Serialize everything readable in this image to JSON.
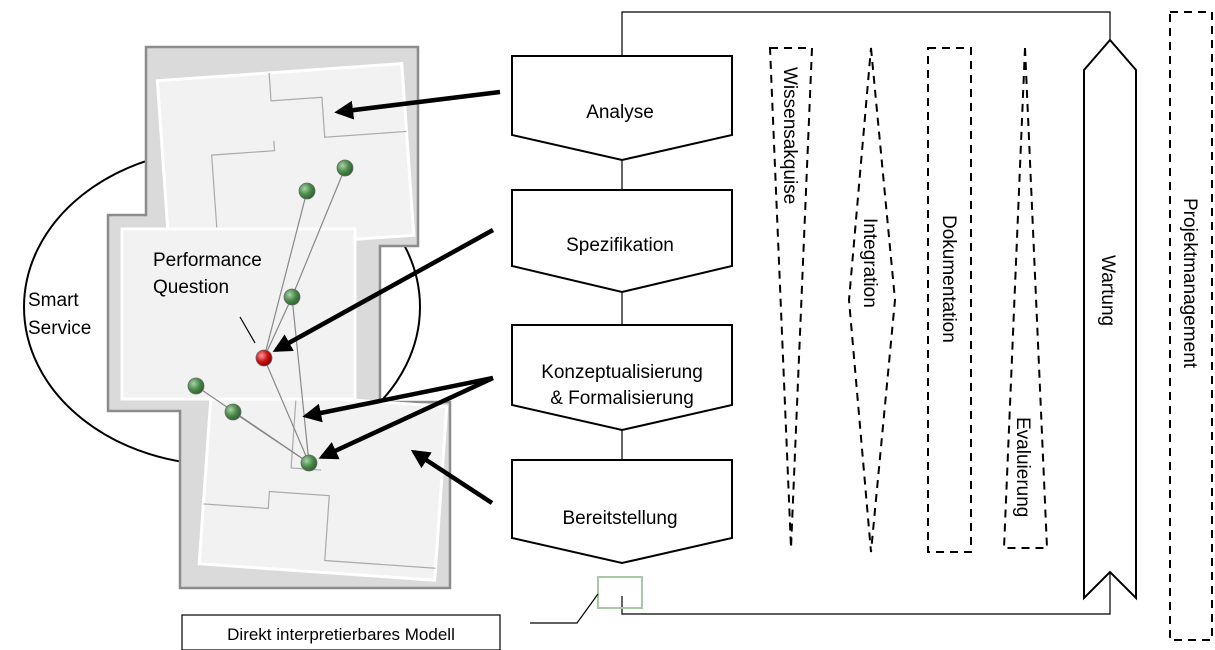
{
  "phases": [
    {
      "id": "analyse",
      "label": "Analyse"
    },
    {
      "id": "spezifikation",
      "label": "Spezifikation"
    },
    {
      "id": "konzeptualisierung",
      "label_line1": "Konzeptualisierung",
      "label_line2": "& Formalisierung"
    },
    {
      "id": "bereitstellung",
      "label": "Bereitstellung"
    }
  ],
  "support_activities": [
    {
      "id": "wissensakquise",
      "label": "Wissensakquise",
      "shape": "dashed-down-triangle"
    },
    {
      "id": "integration",
      "label": "Integration",
      "shape": "dashed-diamond"
    },
    {
      "id": "dokumentation",
      "label": "Dokumentation",
      "shape": "dashed-rectangle"
    },
    {
      "id": "evaluierung",
      "label": "Evaluierung",
      "shape": "dashed-up-triangle"
    }
  ],
  "wartung": {
    "label": "Wartung",
    "shape": "solid-up-arrow"
  },
  "projektmanagement": {
    "label": "Projektmanagement",
    "shape": "dashed-rectangle"
  },
  "left": {
    "smart_service_line1": "Smart",
    "smart_service_line2": "Service",
    "performance_line1": "Performance",
    "performance_line2": "Question",
    "model_box_label": "Direkt interpretierbares Modell"
  },
  "colors": {
    "node_green": "#4a8a4a",
    "node_red": "#cc1111",
    "panel_fill": "#f2f2f2",
    "panel_border": "#8c8c8c",
    "small_box_border": "#a8c8a8"
  }
}
